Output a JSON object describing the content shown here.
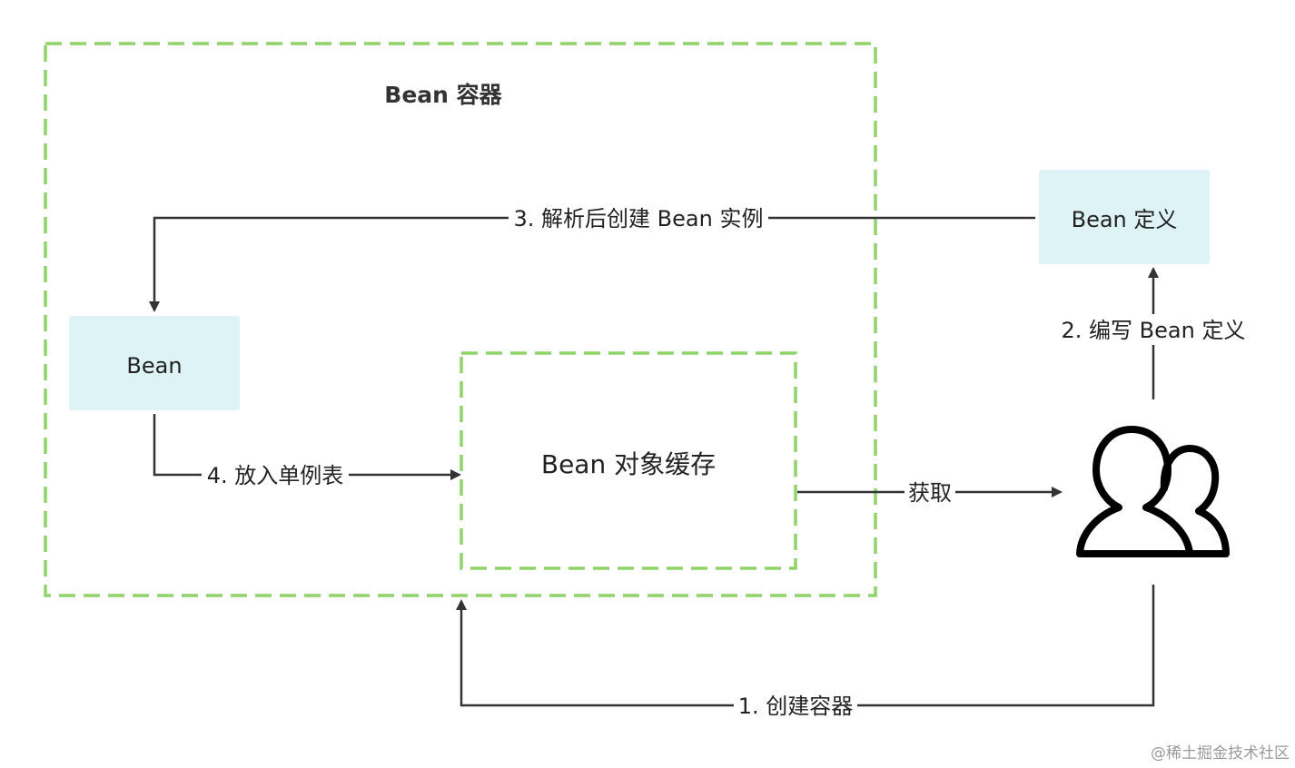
{
  "diagram": {
    "container_title": "Bean 容器",
    "nodes": {
      "bean": "Bean",
      "bean_definition": "Bean 定义",
      "cache": "Bean 对象缓存"
    },
    "edges": {
      "create_container": "1. 创建容器",
      "write_definition": "2. 编写 Bean 定义",
      "parse_create": "3. 解析后创建 Bean 实例",
      "put_singleton": "4. 放入单例表",
      "fetch": "获取"
    },
    "actor_icon": "users-icon",
    "colors": {
      "dashed_border": "#8fd46a",
      "node_fill": "#ddf3f5",
      "line": "#333333"
    }
  },
  "watermark": "@稀土掘金技术社区"
}
